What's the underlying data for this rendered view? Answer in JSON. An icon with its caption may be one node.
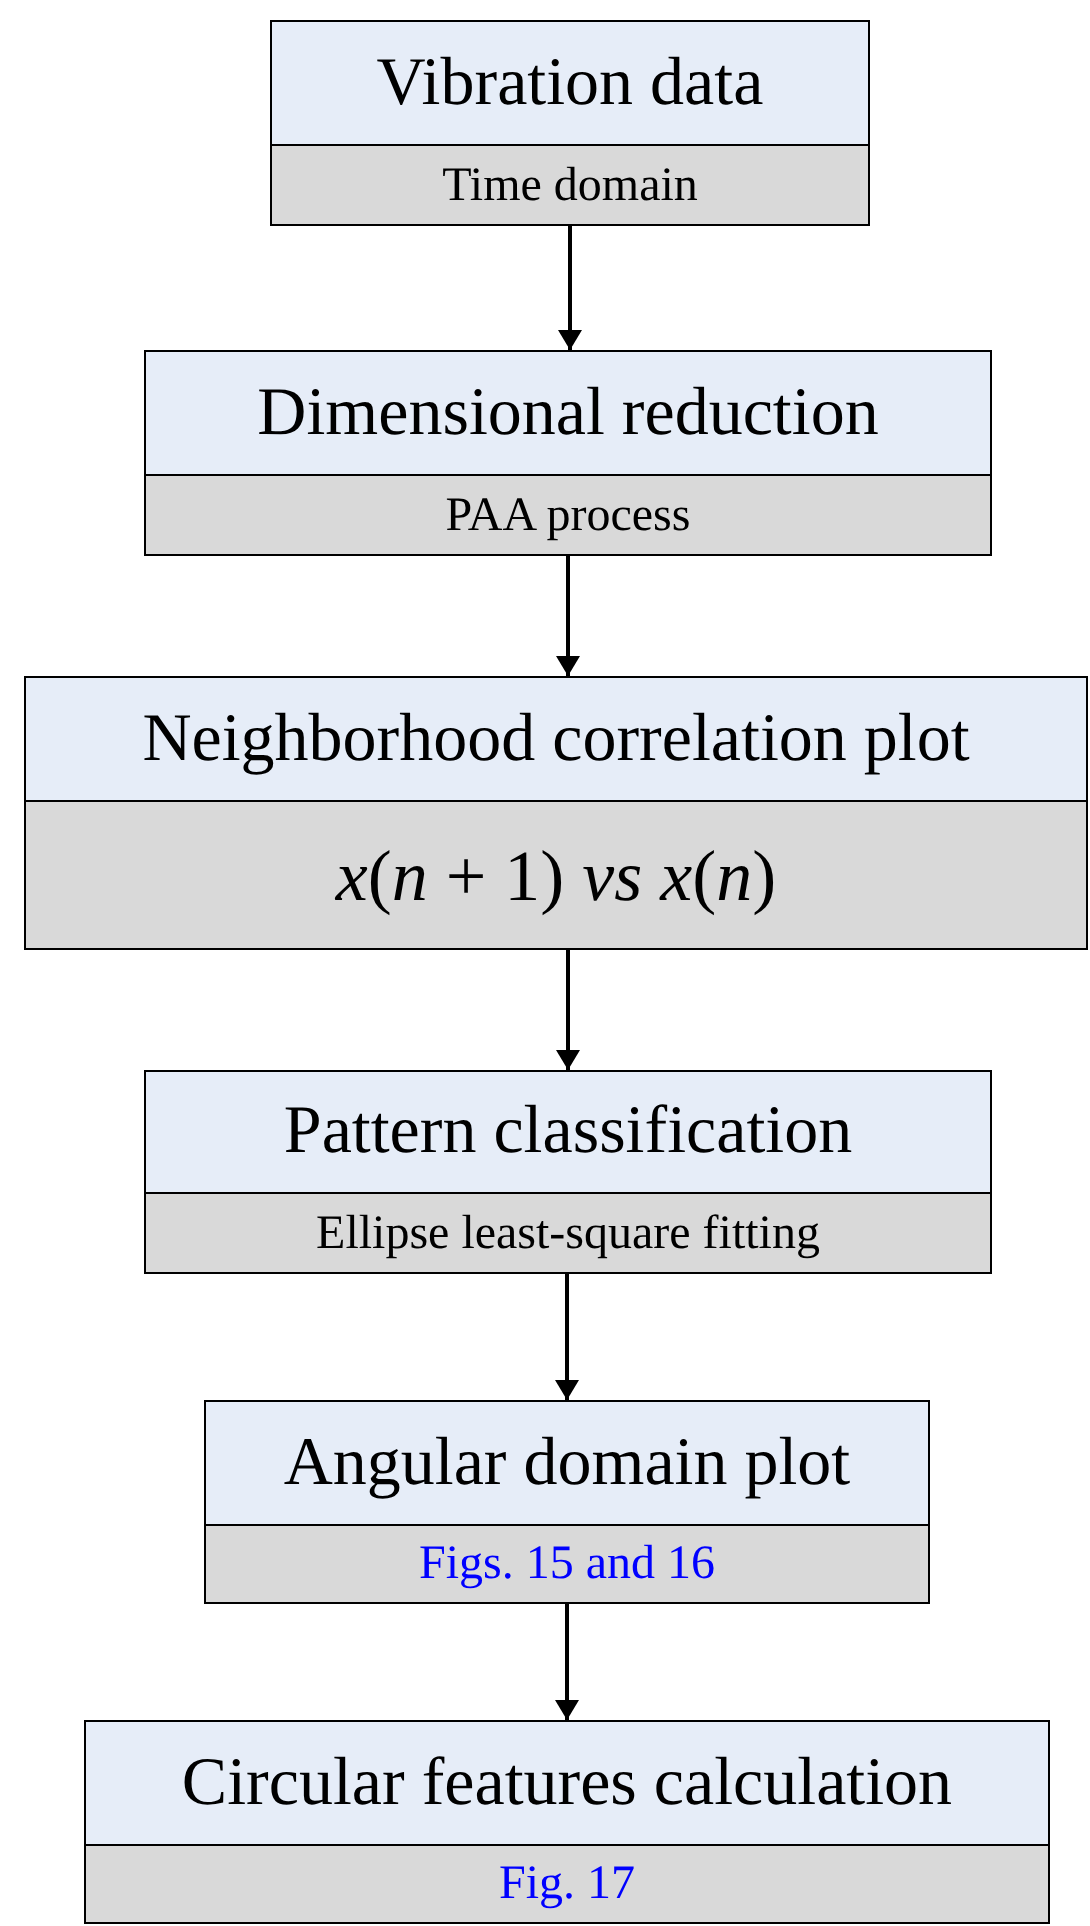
{
  "diagram": {
    "nodes": [
      {
        "text": [
          "Vibration data",
          "Time domain"
        ]
      },
      {
        "text": [
          "Dimensional reduction",
          "PAA process"
        ]
      },
      {
        "text": [
          "Neighborhood correlation plot",
          "*x*(*n* + 1) *vs* *x*(*n*)"
        ]
      },
      {
        "text": [
          "Pattern classification",
          "Ellipse least-square fitting"
        ]
      },
      {
        "text": [
          "Angular domain plot",
          "Figs. 15 and 16"
        ]
      },
      {
        "text": [
          "Circular features calculation",
          "Fig. 17"
        ]
      }
    ],
    "edges": [
      {
        "from": 0,
        "to": 1,
        "arrow": "to"
      },
      {
        "from": 1,
        "to": 2,
        "arrow": "to"
      },
      {
        "from": 2,
        "to": 3,
        "arrow": "to"
      },
      {
        "from": 3,
        "to": 4,
        "arrow": "to"
      },
      {
        "from": 4,
        "to": 5,
        "arrow": "to"
      }
    ]
  }
}
